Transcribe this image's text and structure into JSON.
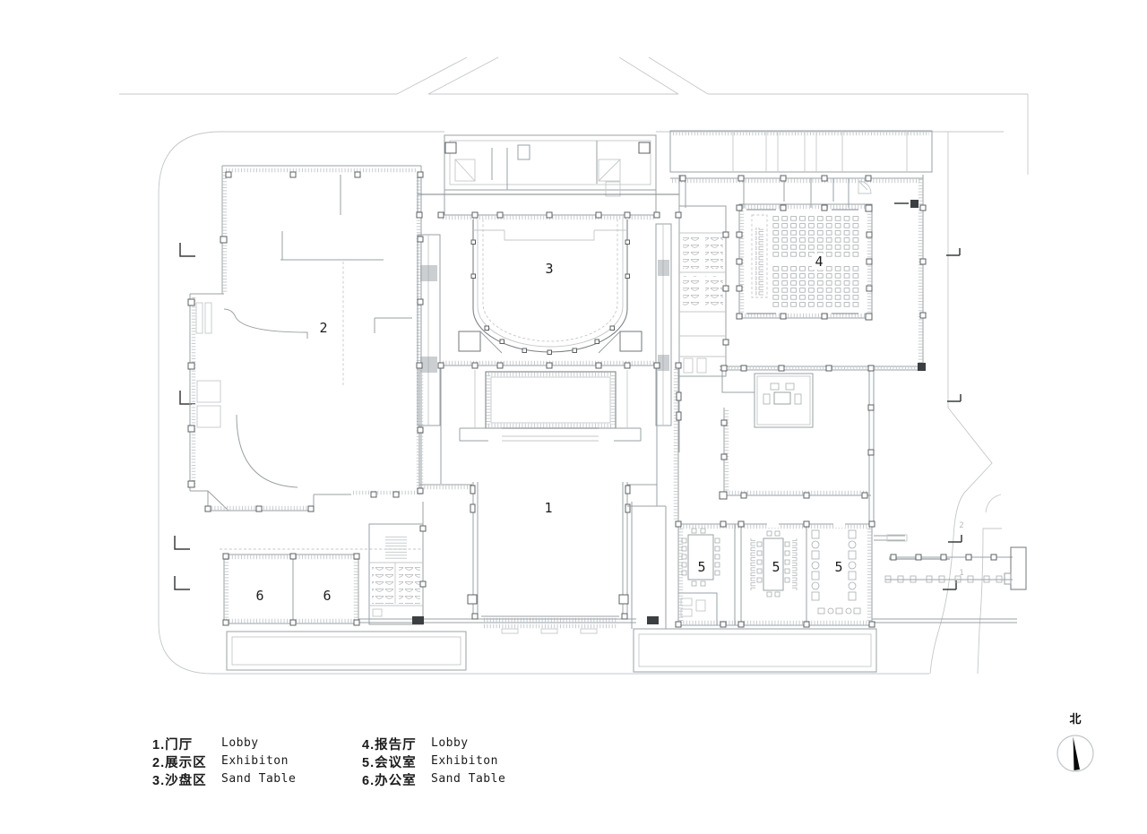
{
  "drawing": {
    "type": "architectural-floor-plan",
    "colors": {
      "background": "#ffffff",
      "line_light": "#c3c7ca",
      "line_main": "#9aa0a4",
      "line_dark": "#3a3d3f",
      "label": "#1c1c1c"
    }
  },
  "plan": {
    "room_labels": [
      {
        "room": "lobby",
        "text": "1"
      },
      {
        "room": "exhibition",
        "text": "2"
      },
      {
        "room": "sand-table",
        "text": "3"
      },
      {
        "room": "lecture-hall",
        "text": "4"
      },
      {
        "room": "meeting-1",
        "text": "5"
      },
      {
        "room": "meeting-2",
        "text": "5"
      },
      {
        "room": "meeting-3",
        "text": "5"
      },
      {
        "room": "office-1",
        "text": "6"
      },
      {
        "room": "office-2",
        "text": "6"
      }
    ],
    "axis_labels": [
      {
        "text": "2"
      },
      {
        "text": "1"
      }
    ]
  },
  "legend": {
    "items_left": [
      {
        "label": "1.门厅",
        "en": "Lobby"
      },
      {
        "label": "2.展示区",
        "en": "Exhibiton"
      },
      {
        "label": "3.沙盘区",
        "en": "Sand Table"
      }
    ],
    "items_right": [
      {
        "label": "4.报告厅",
        "en": "Lobby"
      },
      {
        "label": "5.会议室",
        "en": "Exhibiton"
      },
      {
        "label": "6.办公室",
        "en": "Sand Table"
      }
    ]
  },
  "north_indicator": {
    "label": "北"
  }
}
